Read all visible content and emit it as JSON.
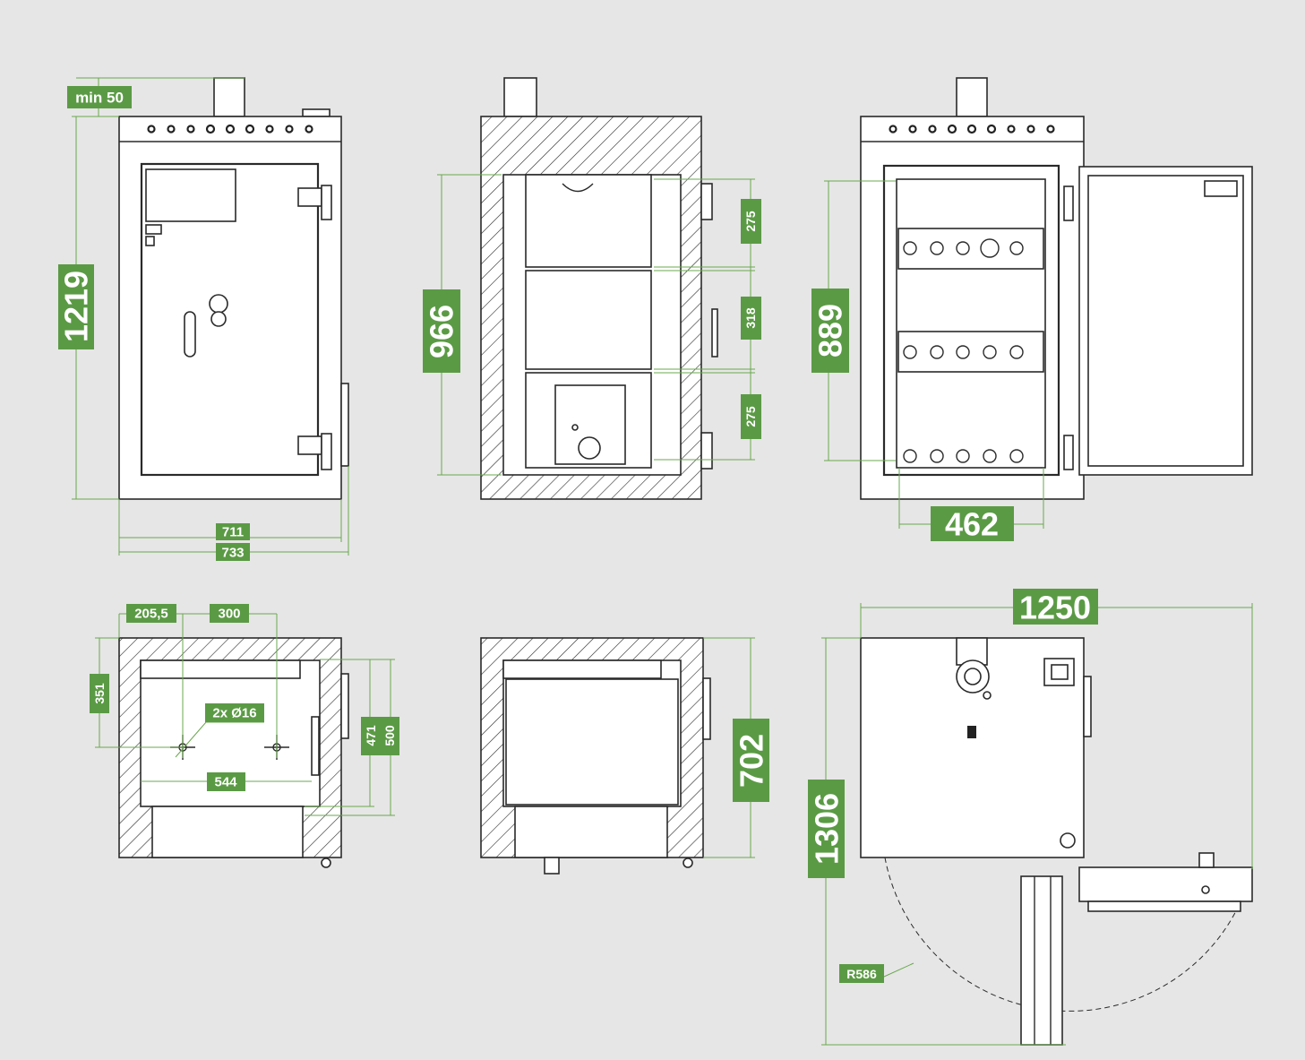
{
  "colors": {
    "background": "#e6e6e6",
    "dimension_green": "#5b9a45",
    "line": "#2a2a2a"
  },
  "front_view": {
    "min_clearance": "min 50",
    "height": "1219",
    "inner_width": "711",
    "outer_width": "733"
  },
  "vertical_section": {
    "interior_height": "966",
    "shelf_top": "275",
    "shelf_middle": "318",
    "shelf_bottom": "275"
  },
  "open_front_view": {
    "interior_height": "889",
    "interior_width": "462"
  },
  "horizontal_section": {
    "offset_x": "205,5",
    "hole_spacing": "300",
    "offset_y": "351",
    "anchor_holes": "2x Ø16",
    "interior_width": "544",
    "interior_depth": "471",
    "outer_depth": "500"
  },
  "depth_section": {
    "depth": "702"
  },
  "plan_view": {
    "total_width": "1250",
    "total_depth": "1306",
    "door_radius": "R586"
  }
}
